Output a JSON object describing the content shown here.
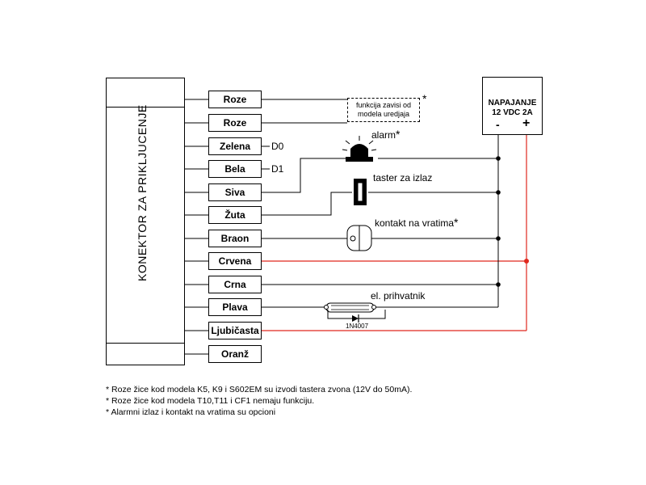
{
  "connector": {
    "title": "KONEKTOR ZA PRIKLJUCENJE"
  },
  "wires": [
    {
      "label": "Roze"
    },
    {
      "label": "Roze"
    },
    {
      "label": "Zelena"
    },
    {
      "label": "Bela"
    },
    {
      "label": "Siva"
    },
    {
      "label": "Žuta"
    },
    {
      "label": "Braon"
    },
    {
      "label": "Crvena"
    },
    {
      "label": "Crna"
    },
    {
      "label": "Plava"
    },
    {
      "label": "Ljubičasta"
    },
    {
      "label": "Oranž"
    }
  ],
  "signals": {
    "d0": "D0",
    "d1": "D1"
  },
  "note_box": {
    "line1": "funkcija zavisi od",
    "line2": "modela uredjaja",
    "star": "*"
  },
  "devices": {
    "alarm": "alarm",
    "alarm_star": "*",
    "exit_button": "taster za izlaz",
    "door_contact": "kontakt na vratima",
    "door_contact_star": "*",
    "lock": "el. prihvatnik",
    "diode": "1N4007"
  },
  "power_supply": {
    "line1": "NAPAJANJE",
    "line2": "12 VDC 2A",
    "minus": "-",
    "plus": "+"
  },
  "colors": {
    "red_wire": "#e0281e",
    "line": "#000000"
  },
  "footnotes": [
    "Roze žice kod modela K5, K9 i S602EM su izvodi tastera zvona (12V do 50mA).",
    "Roze žice kod modela T10,T11 i CF1 nemaju funkciju.",
    "Alarmni izlaz i kontakt na vratima su opcioni"
  ],
  "footnote_star": "*"
}
